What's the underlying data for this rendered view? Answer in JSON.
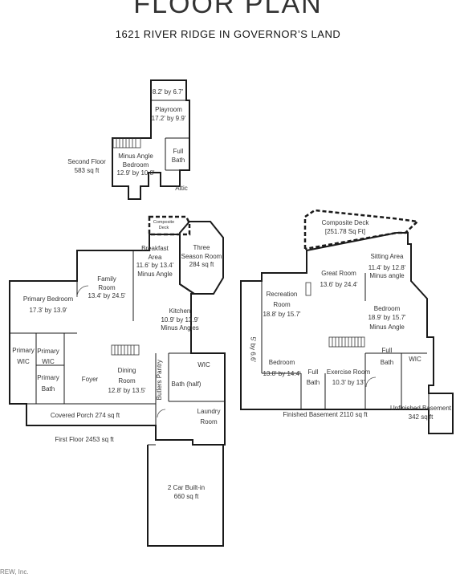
{
  "header": {
    "title": "FLOOR PLAN",
    "subtitle": "1621 RIVER RIDGE IN GOVERNOR’S LAND"
  },
  "second_floor": {
    "label": "Second Floor",
    "area": "583 sq ft",
    "rooms": {
      "small": {
        "dims": "8.2' by 6.7'"
      },
      "playroom": {
        "name": "Playroom",
        "dims": "17.2' by 9.9'"
      },
      "minus_angle": {
        "name": "Minus Angle"
      },
      "bedroom": {
        "name": "Bedroom",
        "dims": "12.9' by 10.8'"
      },
      "full_bath": {
        "line1": "Full",
        "line2": "Bath"
      },
      "attic": {
        "name": "Attic"
      }
    }
  },
  "first_floor": {
    "label": "First Floor 2453 sq ft",
    "rooms": {
      "composite_deck": {
        "line1": "Composite",
        "line2": "Deck"
      },
      "breakfast": {
        "line1": "Breakfast",
        "line2": "Area",
        "dims": "11.6' by 13.4'",
        "note": "Minus Angle"
      },
      "three_season": {
        "line1": "Three",
        "line2": "Season Room",
        "dims": "284 sq ft"
      },
      "family": {
        "line1": "Family",
        "line2": "Room",
        "dims": "13.4' by 24.5'"
      },
      "primary_bedroom": {
        "name": "Primary Bedroom",
        "dims": "17.3' by 13.9'"
      },
      "kitchen": {
        "name": "Kitchen",
        "dims": "10.9' by 13.9'",
        "note": "Minus Angles"
      },
      "primary_wic_1": {
        "line1": "Primary",
        "line2": "WIC"
      },
      "primary_wic_2": {
        "line1": "Primary",
        "line2": "WIC"
      },
      "primary_bath": {
        "line1": "Primary",
        "line2": "Bath"
      },
      "foyer": {
        "name": "Foyer"
      },
      "dining": {
        "line1": "Dining",
        "line2": "Room",
        "dims": "12.8' by 13.5'"
      },
      "butlers_pantry": {
        "name": "Butlers Pantry"
      },
      "wic": {
        "name": "WIC"
      },
      "bath_half": {
        "name": "Bath (half)"
      },
      "covered_porch": {
        "name": "Covered Porch 274 sq ft"
      },
      "laundry": {
        "line1": "Laundry",
        "line2": "Room"
      },
      "garage": {
        "name": "2 Car Built-in",
        "dims": "660 sq ft"
      }
    }
  },
  "basement": {
    "finished_label": "Finished Basement 2110 sq ft",
    "unfinished_label": "Unfinished Basement",
    "unfinished_area": "342 sq ft",
    "rooms": {
      "composite_deck": {
        "name": "Composite Deck",
        "dims": "[251.78 Sq Ft]"
      },
      "sitting": {
        "name": "Sitting Area",
        "dims": "11.4' by 12.8'",
        "note": "Minus angle"
      },
      "great_room": {
        "name": "Great Room",
        "dims": "13.6' by 24.4'"
      },
      "recreation": {
        "line1": "Recreation",
        "line2": "Room",
        "dims": "18.8' by 15.7'"
      },
      "bedroom_right": {
        "name": "Bedroom",
        "dims": "18.9' by 15.7'",
        "note": "Minus Angle"
      },
      "closet": {
        "dims": "5' by 6.6'"
      },
      "full_bath_right": {
        "line1": "Full",
        "line2": "Bath"
      },
      "wic": {
        "name": "WIC"
      },
      "bedroom_left": {
        "name": "Bedroom",
        "dims": "13.8' by 14.4'"
      },
      "full_bath_mid": {
        "line1": "Full",
        "line2": "Bath"
      },
      "exercise": {
        "name": "Exercise Room",
        "dims": "10.3' by 13'"
      }
    }
  },
  "footer": {
    "credit": "REW, Inc."
  }
}
